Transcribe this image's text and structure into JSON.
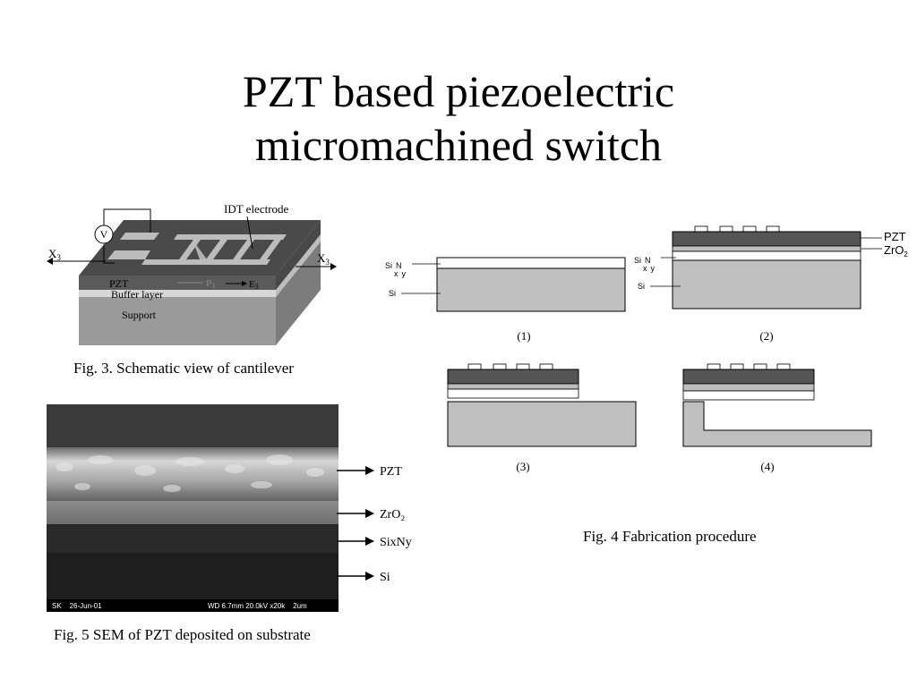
{
  "slide": {
    "title_line1": "PZT based piezoelectric",
    "title_line2": "micromachined switch"
  },
  "fig3": {
    "caption": "Fig. 3. Schematic view of cantilever",
    "labels": {
      "idt": "IDT electrode",
      "voltage": "V",
      "x3_left": "X",
      "x3_left_sub": "3",
      "x3_right": "X",
      "x3_right_sub": "3",
      "pzt": "PZT",
      "p3": "P",
      "p3_sub": "3",
      "e3": "E",
      "e3_sub": "3",
      "buffer": "Buffer layer",
      "support": "Support"
    }
  },
  "fig4": {
    "caption": "Fig. 4 Fabrication procedure",
    "steps": [
      "(1)",
      "(2)",
      "(3)",
      "(4)"
    ],
    "labels": {
      "si": "Si",
      "sixny_si": "Si",
      "sixny_n": "N",
      "sixny_x": "x",
      "sixny_y": "y",
      "pzt": "PZT",
      "zro2": "ZrO",
      "zro2_sub": "2"
    }
  },
  "fig5": {
    "caption": "Fig. 5 SEM of PZT deposited on substrate",
    "labels": {
      "pzt": "PZT",
      "zro2": "ZrO₂",
      "sixny": "SixNy",
      "si": "Si"
    },
    "info_bar": {
      "left": "SK    26-Jun-01",
      "right": "WD 6.7mm 20.0kV x20k    2um"
    }
  }
}
